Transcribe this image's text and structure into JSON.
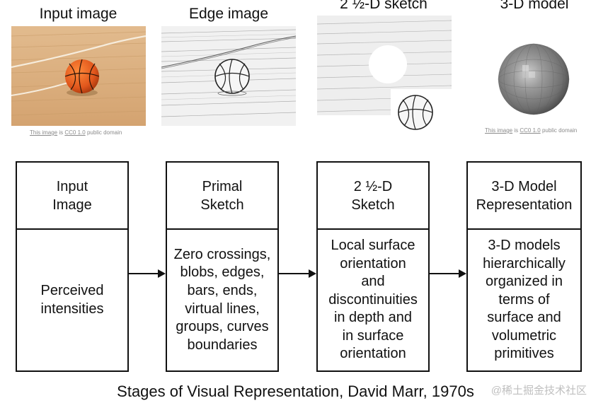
{
  "images": [
    {
      "title": "Input image",
      "credit": {
        "link1": "This image",
        "is": " is ",
        "link2": "CC0 1.0",
        "rest": " public domain"
      }
    },
    {
      "title": "Edge image"
    },
    {
      "title": "2 ½-D sketch"
    },
    {
      "title": "3-D model",
      "credit": {
        "link1": "This image",
        "is": " is ",
        "link2": "CC0 1.0",
        "rest": " public domain"
      }
    }
  ],
  "stages": [
    {
      "heading": "Input\nImage",
      "body": "Perceived\nintensities"
    },
    {
      "heading": "Primal\nSketch",
      "body": "Zero crossings,\nblobs, edges,\nbars, ends,\nvirtual lines,\ngroups, curves\nboundaries"
    },
    {
      "heading": "2 ½-D\nSketch",
      "body": "Local surface\norientation\nand\ndiscontinuities\nin depth and\nin surface\norientation"
    },
    {
      "heading": "3-D Model\nRepresentation",
      "body": "3-D models\nhierarchically\norganized in\nterms of\nsurface and\nvolumetric\nprimitives"
    }
  ],
  "caption": "Stages of Visual Representation, David Marr, 1970s",
  "watermark": "@稀土掘金技术社区",
  "colors": {
    "floor": "#d9ad7c",
    "ball": "#e0561c",
    "sphere": "#7d7d7d",
    "line": "#111111"
  }
}
